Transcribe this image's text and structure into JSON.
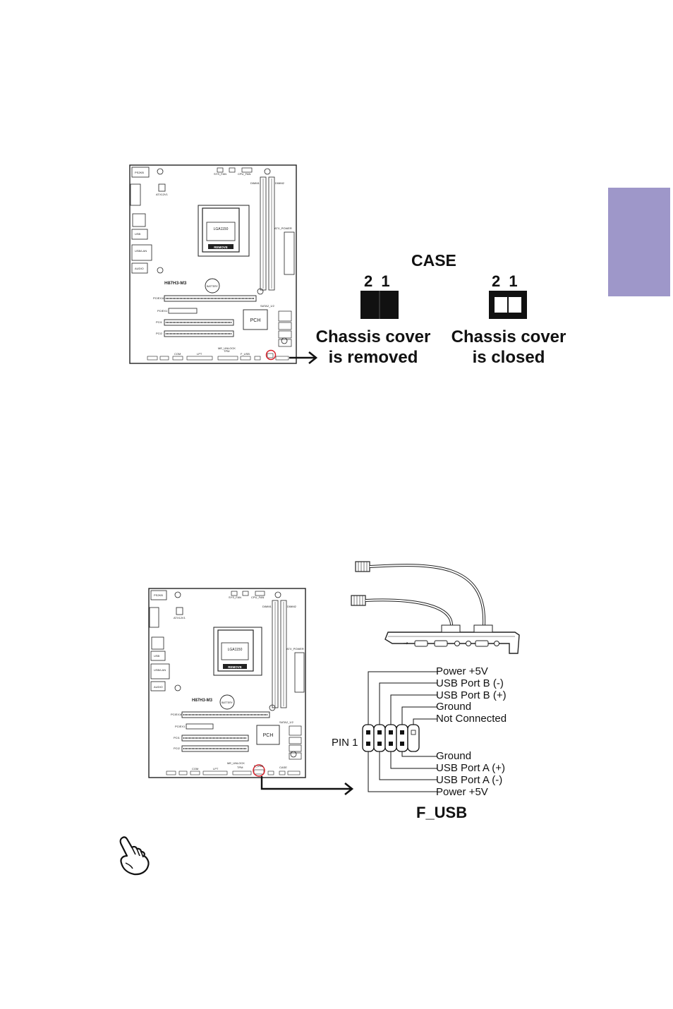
{
  "board": {
    "model": "H87H3-M3",
    "socket": "LGA1150",
    "remove_label": "REMOVE",
    "battery": "BATTERY",
    "pch": "PCH",
    "labels": {
      "ps2kb": "PS2KB",
      "atx12v1": "ATX12V1",
      "usb": "USB",
      "usb_lan": "USB/LAN",
      "audio": "AUDIO",
      "pciex16": "PCIEX16",
      "pciex1": "PCIEX1",
      "pci1": "PCI1",
      "pci2": "PCI2",
      "dimm1": "DIMM1",
      "dimm2": "DIMM2",
      "atx_power": "ATX_POWER",
      "sata": "SATA",
      "sata2_1": "SATA2_1/2",
      "com": "COM",
      "lpt": "LPT",
      "tpm": "TPM",
      "f_usb": "F_USB",
      "me_unlock": "ME_UNLOCK",
      "case": "CASE",
      "sys_fan": "SYS_FAN",
      "cpu_fan": "CPU_FAN"
    }
  },
  "case_section": {
    "title": "CASE",
    "pin_numbers": "2  1",
    "removed_label_1": "Chassis cover",
    "removed_label_2": "is removed",
    "closed_label_1": "Chassis cover",
    "closed_label_2": "is closed"
  },
  "fusb_section": {
    "title": "F_USB",
    "pin1_label": "PIN 1",
    "top_pins": [
      "Power +5V",
      "USB Port B (-)",
      "USB Port B (+)",
      "Ground",
      "Not Connected"
    ],
    "bottom_pins": [
      "Ground",
      "USB Port A (+)",
      "USB Port A (-)",
      "Power +5V"
    ]
  },
  "icons": {
    "note": "pointing-hand-icon",
    "usb_bracket": "usb-bracket-cable-icon"
  },
  "colors": {
    "side_tab": "#9e97c9",
    "highlight_circle": "#d8202a"
  }
}
